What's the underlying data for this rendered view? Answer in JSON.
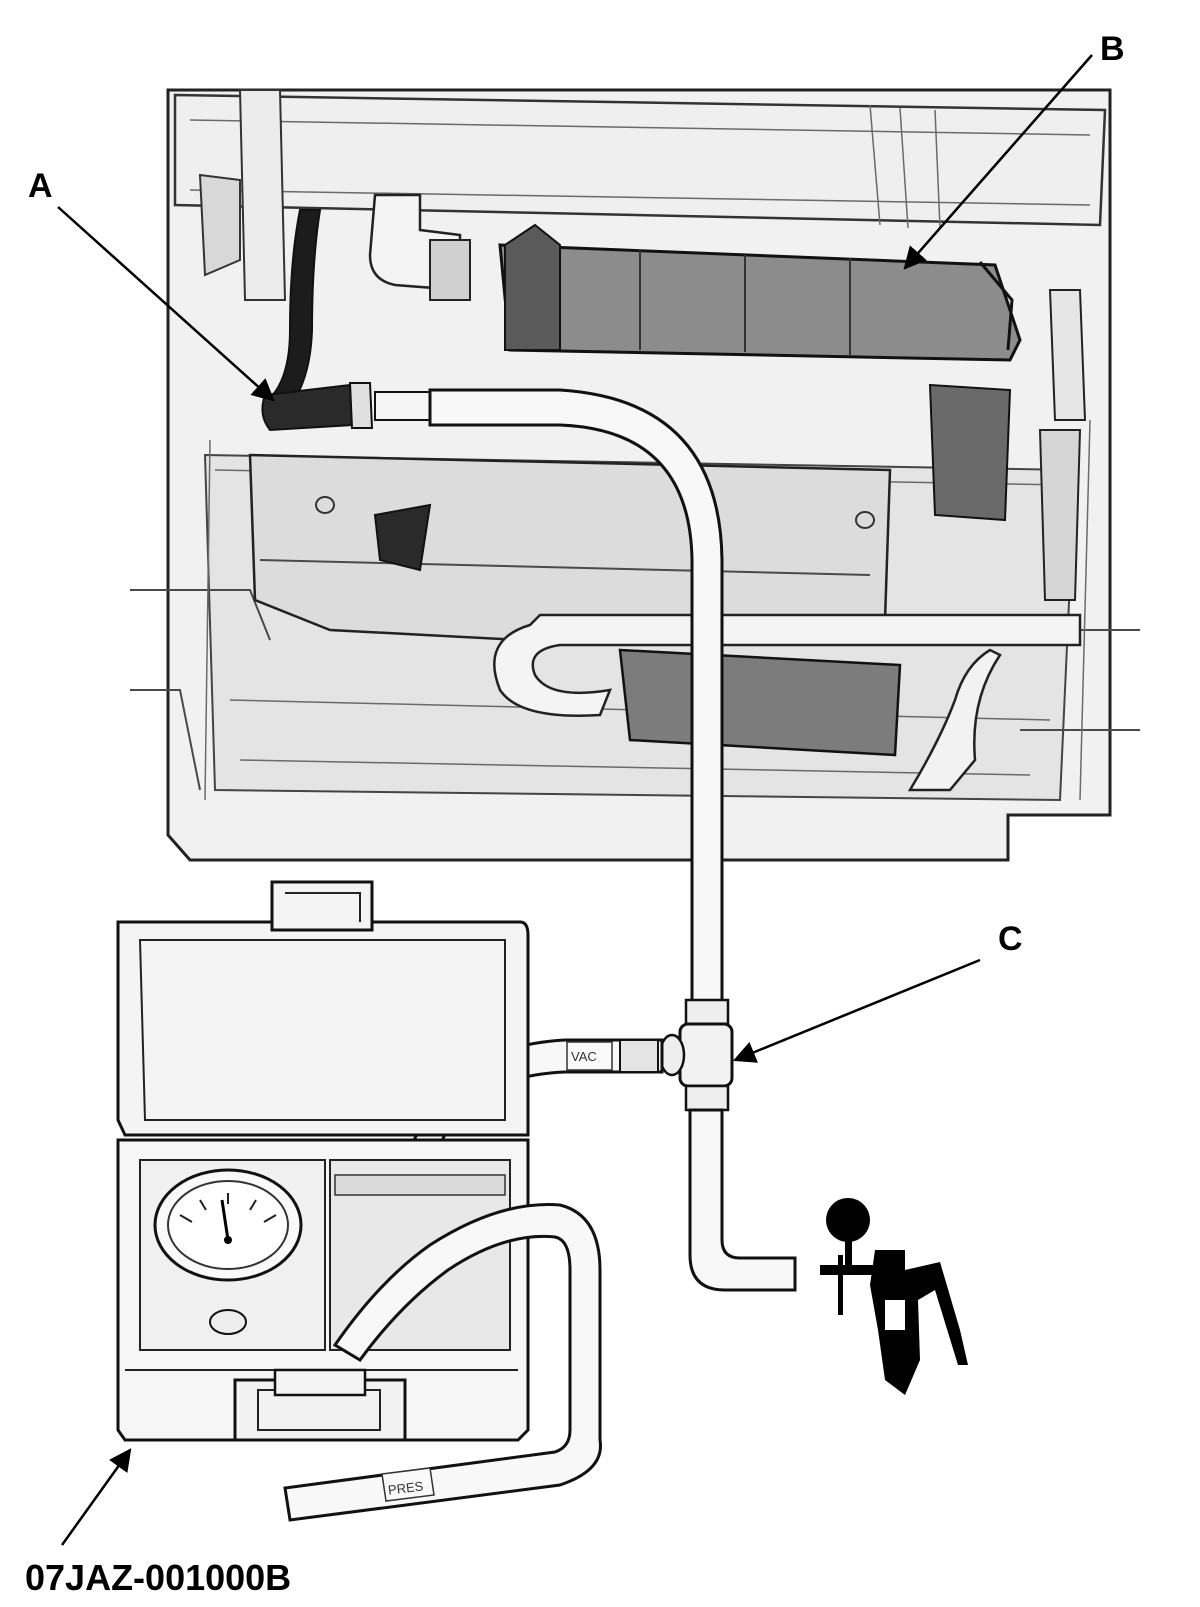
{
  "callouts": {
    "a": "A",
    "b": "B",
    "c": "C"
  },
  "tool_part_number": "07JAZ-001000B",
  "hose_labels": {
    "vac": "VAC",
    "pres": "PRES"
  },
  "colors": {
    "line": "#000000",
    "panel_fill": "#f2f2f2",
    "canister_fill": "#8a8a8a",
    "hose_fill": "#f7f7f7"
  }
}
